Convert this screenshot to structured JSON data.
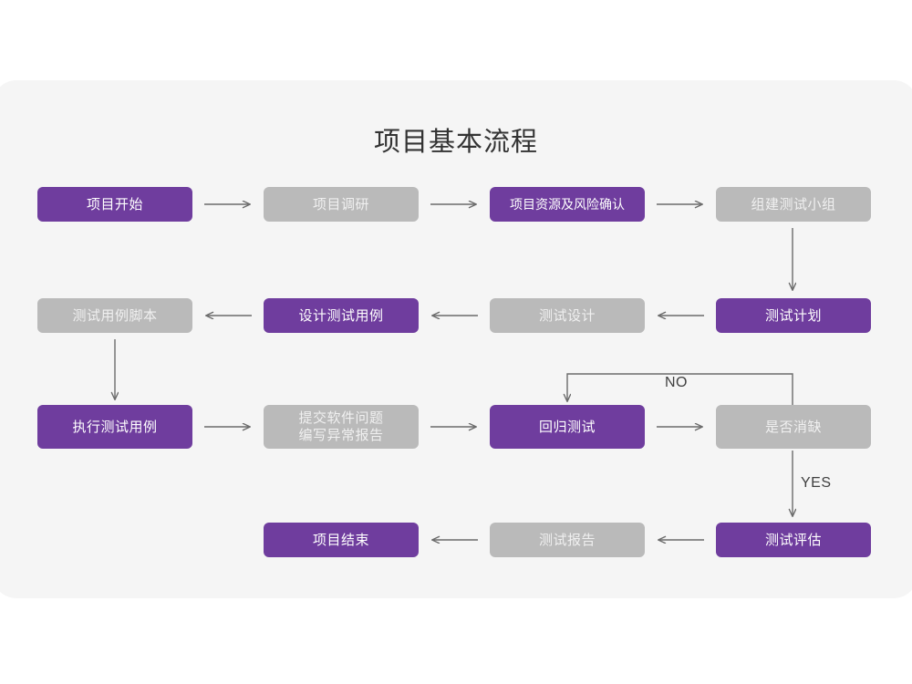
{
  "page": {
    "title": "项目基本流程",
    "background": "#ffffff",
    "panel_color": "#f5f5f5",
    "accent_purple": "#6f3d9e",
    "accent_gray": "#bababa",
    "line_color": "#6b6b6b"
  },
  "flow": {
    "rows": [
      {
        "direction": "right",
        "nodes": [
          {
            "id": "project-start",
            "label": "项目开始",
            "style": "purple"
          },
          {
            "id": "project-research",
            "label": "项目调研",
            "style": "gray"
          },
          {
            "id": "resource-risk",
            "label": "项目资源及风险确认",
            "style": "purple"
          },
          {
            "id": "build-test-team",
            "label": "组建测试小组",
            "style": "gray"
          }
        ]
      },
      {
        "direction": "left",
        "nodes": [
          {
            "id": "test-case-script",
            "label": "测试用例脚本",
            "style": "gray"
          },
          {
            "id": "design-test-case",
            "label": "设计测试用例",
            "style": "purple"
          },
          {
            "id": "test-design",
            "label": "测试设计",
            "style": "gray"
          },
          {
            "id": "test-plan",
            "label": "测试计划",
            "style": "purple"
          }
        ]
      },
      {
        "direction": "right",
        "nodes": [
          {
            "id": "execute-test-case",
            "label": "执行测试用例",
            "style": "purple"
          },
          {
            "id": "submit-bug-report",
            "label": "提交软件问题\n编写异常报告",
            "style": "gray"
          },
          {
            "id": "regression-test",
            "label": "回归测试",
            "style": "purple"
          },
          {
            "id": "defect-resolved",
            "label": "是否消缺",
            "style": "gray"
          }
        ]
      },
      {
        "direction": "left",
        "nodes": [
          {
            "id": "project-end",
            "label": "项目结束",
            "style": "purple"
          },
          {
            "id": "test-report",
            "label": "测试报告",
            "style": "gray"
          },
          {
            "id": "test-evaluation",
            "label": "测试评估",
            "style": "purple"
          }
        ]
      }
    ],
    "decision_labels": {
      "no": "NO",
      "yes": "YES"
    }
  }
}
